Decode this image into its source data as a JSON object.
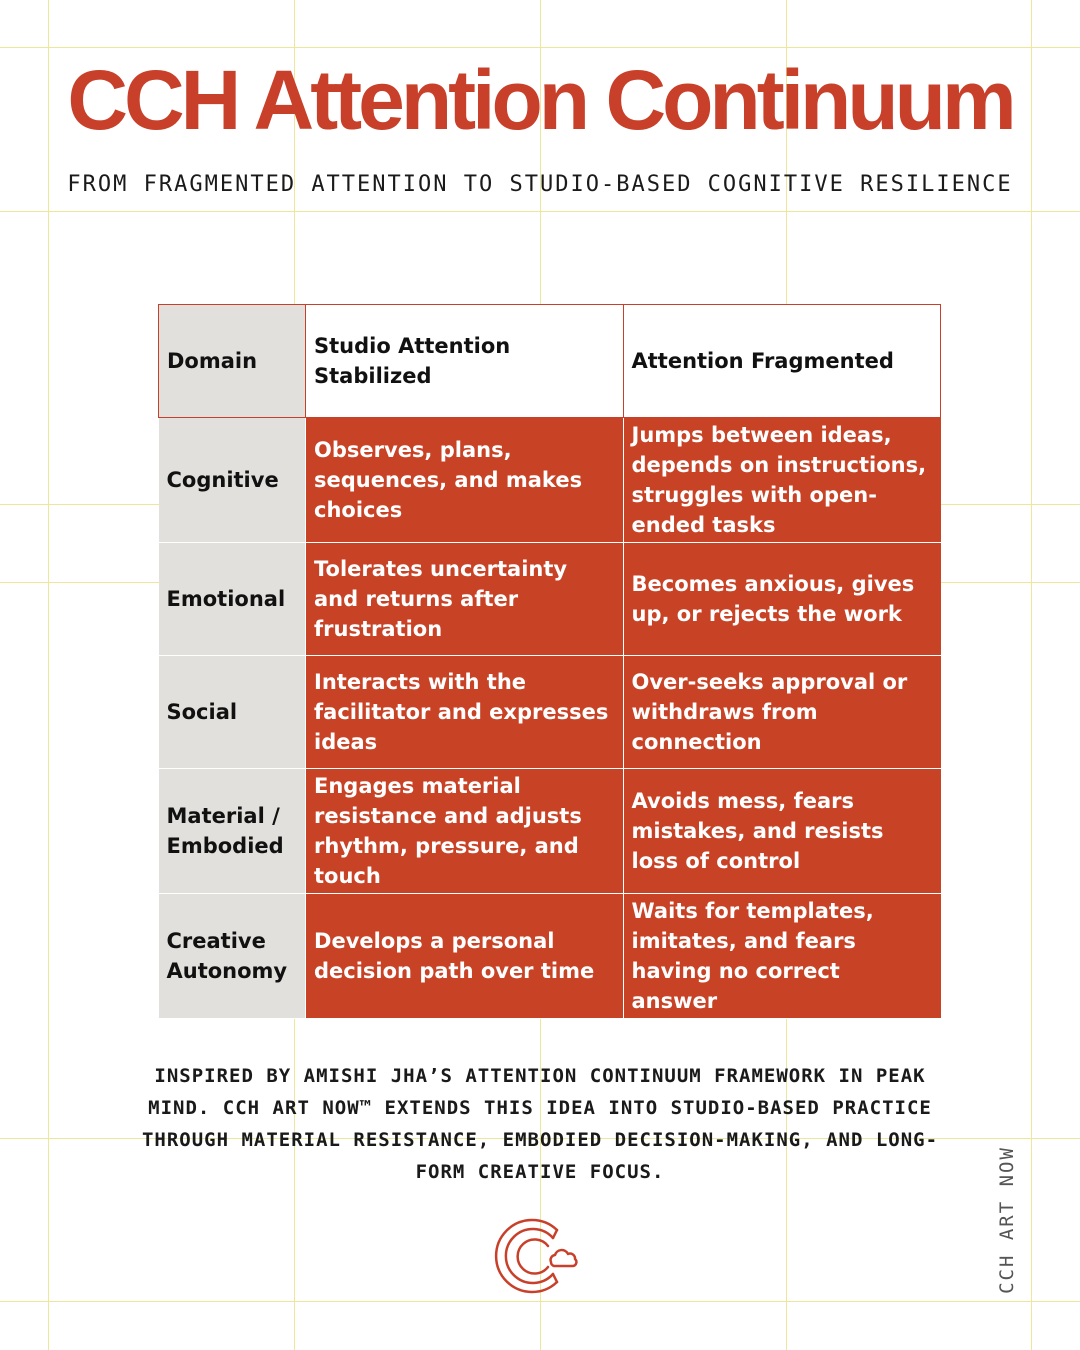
{
  "title": "CCH Attention Continuum",
  "subtitle": "FROM FRAGMENTED ATTENTION TO STUDIO-BASED COGNITIVE RESILIENCE",
  "table": {
    "headers": [
      "Domain",
      "Studio Attention Stabilized",
      "Attention Fragmented"
    ],
    "rows": [
      {
        "domain": "Cognitive",
        "stabilized": "Observes, plans, sequences, and makes choices",
        "fragmented": "Jumps between ideas, depends on instructions, struggles with open-ended tasks"
      },
      {
        "domain": "Emotional",
        "stabilized": "Tolerates uncertainty and returns after frustration",
        "fragmented": "Becomes anxious, gives up, or rejects the work"
      },
      {
        "domain": "Social",
        "stabilized": "Interacts with the facilitator and expresses ideas",
        "fragmented": "Over-seeks approval or withdraws from connection"
      },
      {
        "domain": "Material / Embodied",
        "stabilized": "Engages material resistance and adjusts rhythm, pressure, and touch",
        "fragmented": "Avoids mess, fears mistakes, and resists loss of control"
      },
      {
        "domain": "Creative Autonomy",
        "stabilized": "Develops a personal decision path over time",
        "fragmented": "Waits for templates, imitates, and fears having no correct answer"
      }
    ]
  },
  "footnote": "Inspired by Amishi Jha’s Attention Continuum framework in Peak Mind. CCH Art Now™ extends this idea into studio-based practice through material resistance, embodied decision-making, and long-form creative focus.",
  "side_mark": "CCH ART NOW",
  "logo_icon": "cch-cloud-c-logo-icon",
  "colors": {
    "accent": "#c8402a",
    "cell": "#c84226",
    "domain_bg": "#e2e0dc",
    "grid": "#ece79a"
  }
}
